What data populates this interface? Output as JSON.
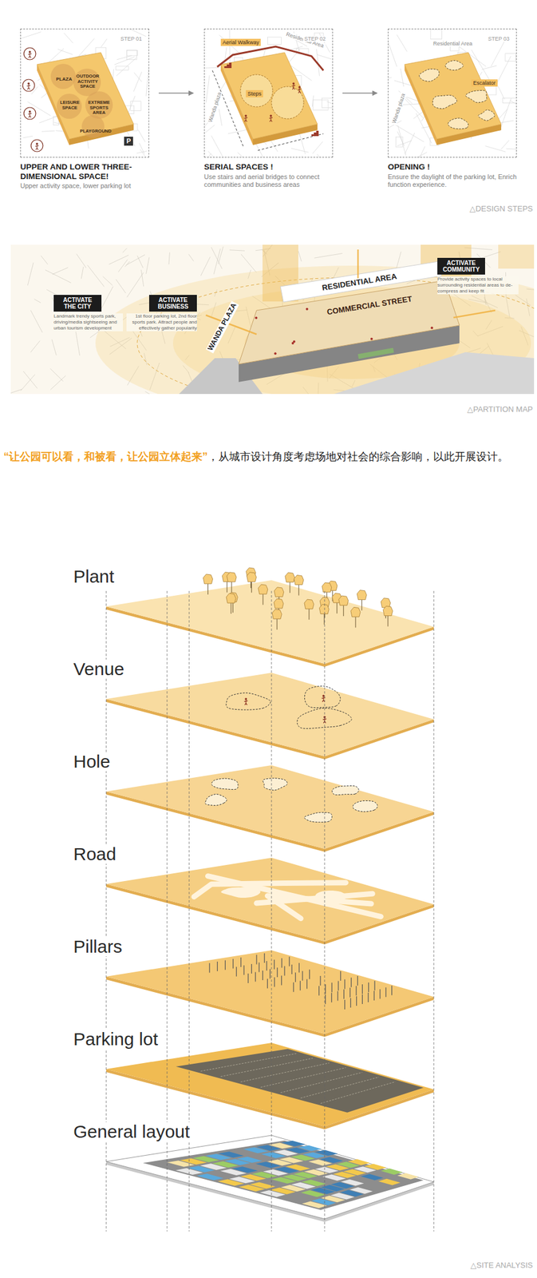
{
  "diagram": {
    "nodes": [
      {
        "text": [
          "UPPER AND LOWER THREE-DIMENSIONAL SPACE!",
          "Upper activity space, lower parking lot"
        ]
      },
      {
        "text": [
          "SERIAL SPACES !",
          "Use stairs and aerial bridges to connect communities and business areas"
        ]
      },
      {
        "text": [
          "OPENING !",
          "Ensure the daylight of the parking lot, Enrich function experience."
        ]
      },
      {
        "text": [
          "ACTIVATE THE CITY",
          "Landmark trendy sports park, driving/media sightseeing and urban tourism development"
        ]
      },
      {
        "text": [
          "ACTIVATE BUSINESS",
          "1st floor parking lot, 2nd floor sports park. Attract people and effectively gather popularity"
        ]
      },
      {
        "text": [
          "ACTIVATE COMMUNITY",
          "Provide activity spaces to local surrounding residential areas to de-compress and keep fit"
        ]
      },
      {
        "text": [
          "Plant"
        ]
      },
      {
        "text": [
          "Venue"
        ]
      },
      {
        "text": [
          "Hole"
        ]
      },
      {
        "text": [
          "Road"
        ]
      },
      {
        "text": [
          "Pillars"
        ]
      },
      {
        "text": [
          "Parking lot"
        ]
      },
      {
        "text": [
          "General layout"
        ]
      }
    ],
    "edges": [
      {
        "from": 0,
        "to": 1,
        "arrow": "to"
      },
      {
        "from": 1,
        "to": 2,
        "arrow": "to"
      }
    ],
    "labels": [
      "STEP 01",
      "PLAZA",
      "OUTDOOR ACTIVITY SPACE",
      "LEISURE SPACE",
      "EXTREME SPORTS AREA",
      "PLAYGROUND",
      "P",
      "STEP 02",
      "Aerial Walkway",
      "Residential Area",
      "Steps",
      "Wanda plaza",
      "STEP 03",
      "Residential Area",
      "Escalator",
      "Wanda plaza",
      "△DESIGN STEPS",
      "RESIDENTIAL AREA",
      "COMMERCIAL STREET",
      "WANDA PLAZA",
      "△PARTITION MAP",
      "“让公园可以看，和被看，让公园立体起来”",
      "，从城市设计角度考虑场地对社会的综合影响，以此开展设计。",
      "△SITE ANALYSIS"
    ]
  }
}
